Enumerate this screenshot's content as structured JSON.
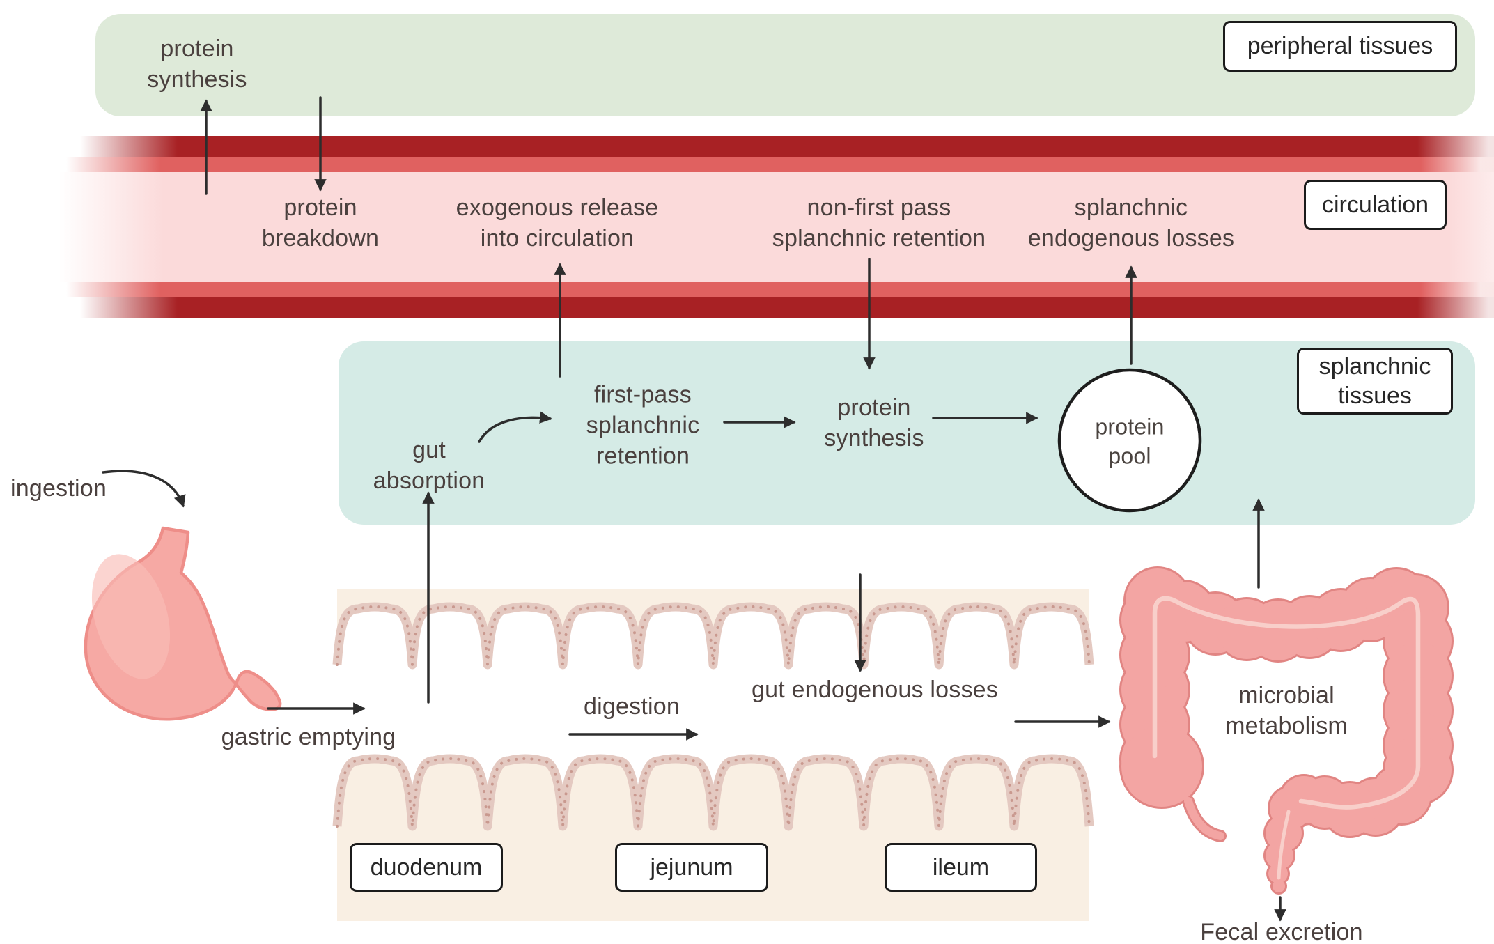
{
  "regions": {
    "peripheral_tissues": {
      "box_label": "peripheral tissues",
      "protein_synthesis": "protein\nsynthesis"
    },
    "circulation": {
      "box_label": "circulation",
      "protein_breakdown": "protein\nbreakdown",
      "exogenous_release": "exogenous release\ninto circulation",
      "non_first_pass": "non-first pass\nsplanchnic retention",
      "splanchnic_endogenous_losses": "splanchnic\nendogenous losses"
    },
    "splanchnic_tissues": {
      "box_label": "splanchnic\ntissues",
      "gut_absorption": "gut\nabsorption",
      "first_pass": "first-pass\nsplanchnic\nretention",
      "protein_synthesis": "protein\nsynthesis",
      "protein_pool": "protein\npool"
    },
    "gut": {
      "ingestion": "ingestion",
      "gastric_emptying": "gastric emptying",
      "digestion": "digestion",
      "gut_endogenous_losses": "gut endogenous losses",
      "section_boxes": [
        "duodenum",
        "jejunum",
        "ileum"
      ]
    },
    "colon": {
      "microbial_metabolism": "microbial\nmetabolism",
      "fecal_excretion": "Fecal excretion"
    }
  },
  "flows": [
    "circulation -> protein synthesis (peripheral tissues)",
    "peripheral tissues -> protein breakdown (circulation)",
    "splanchnic tissues -> exogenous release into circulation",
    "circulation -> non-first pass splanchnic retention -> protein synthesis (splanchnic)",
    "protein pool -> splanchnic endogenous losses (circulation)",
    "ingestion -> stomach",
    "stomach -> gastric emptying -> small intestine",
    "small intestine -> gut absorption (splanchnic tissues)",
    "gut absorption -> first-pass splanchnic retention -> protein synthesis -> protein pool",
    "digestion (along small intestine)",
    "gut endogenous losses (into small intestine)",
    "small intestine -> microbial metabolism (large intestine)",
    "large intestine -> splanchnic tissues",
    "large intestine -> Fecal excretion"
  ],
  "colors": {
    "peripheral_band": "#deead9",
    "splanchnic_band": "#d5ebe6",
    "vessel_wall_dark": "#a82124",
    "vessel_wall_mid": "#e06160",
    "vessel_lumen_pink": "#fbdada",
    "gut_wall_cream": "#f9efe3",
    "villi_outline": "#e4c9c1",
    "villi_dots": "#c9998f",
    "stomach_pink": "#f6a9a4",
    "stomach_border": "#ee8e89",
    "colon_pink": "#f3a5a3",
    "colon_border": "#e18583",
    "arrow": "#2d2d2d",
    "box_border": "#1b1b1b",
    "label_text": "#4a403e"
  }
}
